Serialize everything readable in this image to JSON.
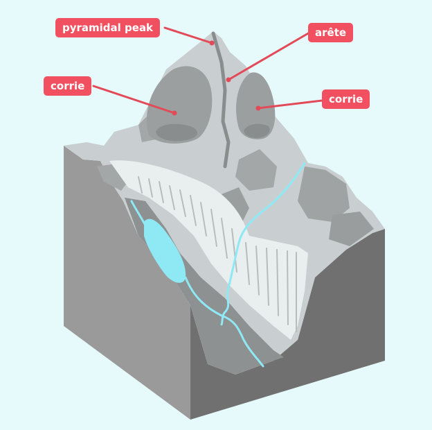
{
  "labels": {
    "pyramidal_peak": "pyramidal peak",
    "arete": "arête",
    "corrie_left": "corrie",
    "corrie_right": "corrie"
  },
  "colors": {
    "background": "#e6fafb",
    "label_fill": "#f0505f",
    "label_text": "#ffffff",
    "leader_line": "#e34a58",
    "block_side_left": "#9a9a9a",
    "block_side_right": "#707070",
    "rock_light": "#c9cfd0",
    "rock_mid": "#a8abac",
    "rock_dark": "#8c8c8c",
    "glacier_ice": "#e9eeee",
    "water": "#8ee9f5"
  }
}
